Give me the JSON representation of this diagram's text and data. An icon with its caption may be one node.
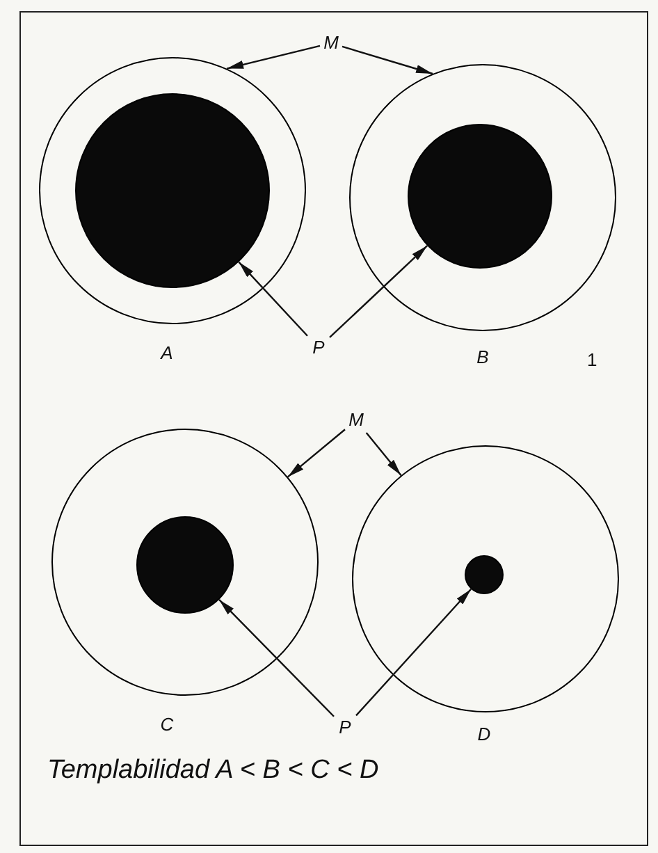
{
  "diagram": {
    "nodes": [
      {
        "text": [
          "M"
        ]
      },
      {
        "text": [],
        "shape": "circle",
        "beside": [
          "A"
        ]
      },
      {
        "text": [],
        "shape": "circle",
        "in": 1
      },
      {
        "text": [],
        "shape": "circle",
        "beside": [
          "B"
        ]
      },
      {
        "text": [],
        "shape": "circle",
        "in": 3
      },
      {
        "text": [
          "P"
        ]
      },
      {
        "text": [
          "M"
        ]
      },
      {
        "text": [],
        "shape": "circle",
        "beside": [
          "C"
        ]
      },
      {
        "text": [],
        "shape": "circle",
        "in": 7
      },
      {
        "text": [],
        "shape": "circle",
        "beside": [
          "D"
        ]
      },
      {
        "text": [],
        "shape": "circle",
        "in": 9
      },
      {
        "text": [
          "P"
        ]
      }
    ],
    "edges": [
      {
        "from": 0,
        "to": 1,
        "arrow": "to"
      },
      {
        "from": 0,
        "to": 3,
        "arrow": "to"
      },
      {
        "from": 5,
        "to": 2,
        "arrow": "to"
      },
      {
        "from": 5,
        "to": 4,
        "arrow": "to"
      },
      {
        "from": 6,
        "to": 7,
        "arrow": "to"
      },
      {
        "from": 6,
        "to": 9,
        "arrow": "to"
      },
      {
        "from": 11,
        "to": 8,
        "arrow": "to"
      },
      {
        "from": 11,
        "to": 10,
        "arrow": "to"
      }
    ],
    "labels": [
      "1",
      "Templabilidad A < B < C < D"
    ]
  }
}
